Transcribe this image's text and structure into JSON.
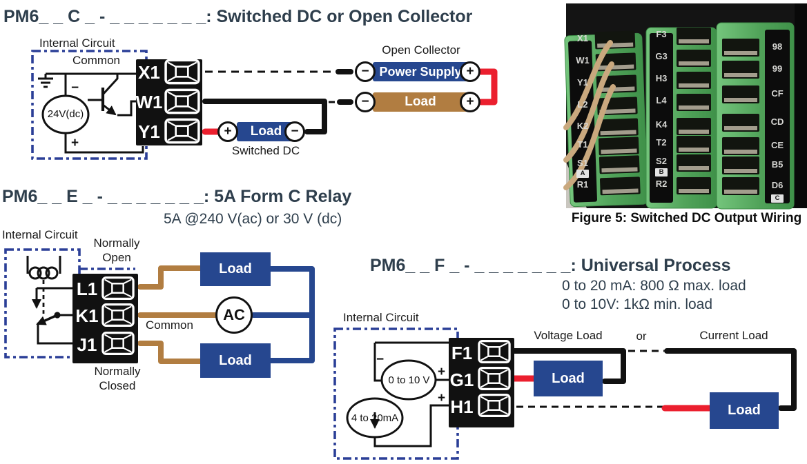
{
  "colors": {
    "heading": "#2e3e4c",
    "load_blue": "#26478f",
    "wire_brown": "#b17d41",
    "wire_red": "#eb1f2e",
    "dashed_box_blue": "#2b3f97",
    "terminal_green": "#55a95f"
  },
  "section_switched_dc": {
    "title": "PM6_ _ C _ - _ _ _ _ _ _ _: Switched DC or Open Collector",
    "internal_circuit": "Internal Circuit",
    "common": "Common",
    "source": "24V(dc)",
    "minus": "−",
    "plus": "+",
    "terminals": [
      "X1",
      "W1",
      "Y1"
    ],
    "open_collector": "Open Collector",
    "power_supply": "Power Supply",
    "oc_load": "Load",
    "sw_load": "Load",
    "switched_dc": "Switched DC"
  },
  "section_relay": {
    "title": "PM6_ _ E _ - _ _ _ _ _ _ _: 5A Form C Relay",
    "subtitle": "5A @240 V(ac) or 30 V (dc)",
    "internal_circuit": "Internal Circuit",
    "normally_open": "Normally Open",
    "normally_closed": "Normally Closed",
    "common": "Common",
    "terminals": [
      "L1",
      "K1",
      "J1"
    ],
    "load_top": "Load",
    "load_bottom": "Load",
    "ac": "AC"
  },
  "section_process": {
    "title": "PM6_ _ F _ - _ _ _ _ _ _ _: Universal Process",
    "subtitle_line1": "0 to 20 mA: 800 Ω max. load",
    "subtitle_line2": "0 to 10V: 1kΩ min. load",
    "internal_circuit": "Internal Circuit",
    "voltage_source": "0 to 10 V",
    "current_source": "4 to 20mA",
    "minus": "−",
    "plus": "+",
    "terminals": [
      "F1",
      "G1",
      "H1"
    ],
    "voltage_load_label": "Voltage Load",
    "or_label": "or",
    "current_load_label": "Current Load",
    "load_voltage": "Load",
    "load_current": "Load"
  },
  "photo": {
    "caption": "Figure 5: Switched DC Output Wiring",
    "block_a": {
      "labels": [
        "X1",
        "W1",
        "Y1",
        "L2",
        "K2",
        "T1",
        "S1",
        "R1"
      ],
      "tag": "A"
    },
    "block_b": {
      "labels": [
        "F3",
        "G3",
        "H3",
        "L4",
        "K4",
        "T2",
        "S2",
        "R2"
      ],
      "tag": "B"
    },
    "block_c": {
      "labels": [
        "98",
        "99",
        "CF",
        "CD",
        "CE",
        "B5",
        "D6"
      ],
      "tag": "C"
    }
  }
}
